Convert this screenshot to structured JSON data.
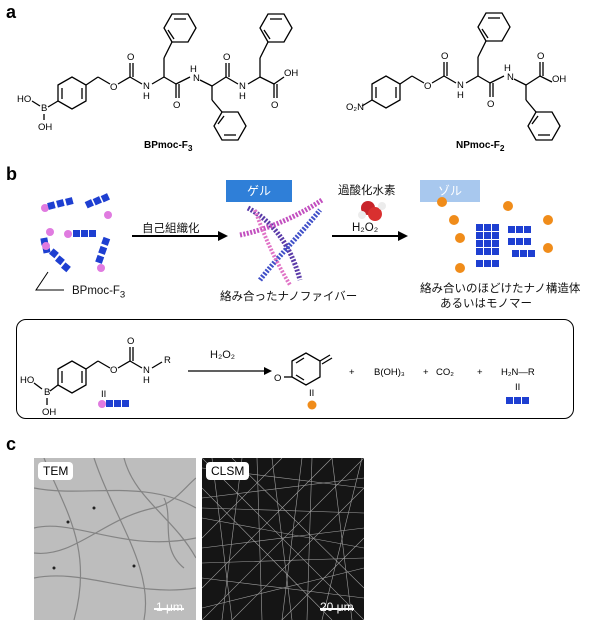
{
  "panel_a": {
    "label": "a",
    "compound1": {
      "name": "BPmoc-F",
      "sub": "3"
    },
    "compound2": {
      "name": "NPmoc-F",
      "sub": "2"
    },
    "atoms": {
      "HO": "HO",
      "B": "B",
      "OH": "OH",
      "O": "O",
      "N": "N",
      "H": "H",
      "O2N": "O₂N"
    }
  },
  "panel_b": {
    "label": "b",
    "gel_tag": "ゲル",
    "sol_tag": "ゾル",
    "arrow1_label": "自己組織化",
    "arrow2_label_top": "過酸化水素",
    "arrow2_label_bottom": "H₂O₂",
    "peptide_label": "BPmoc-F",
    "peptide_sub": "3",
    "fiber_caption": "絡み合ったナノファイバー",
    "sol_caption_line1": "絡み合いのほどけたナノ構造体",
    "sol_caption_line2": "あるいはモノマー",
    "reaction": {
      "reagent": "H₂O₂",
      "plus": "+",
      "boric_acid": "B(OH)₃",
      "co2": "CO₂",
      "amine": "H₂N—R",
      "equals": "II"
    }
  },
  "panel_c": {
    "label": "c",
    "left_image_label": "TEM",
    "left_scale": "1 μm",
    "right_image_label": "CLSM",
    "right_scale": "20 μm"
  },
  "colors": {
    "blue_block": "#1e3fd1",
    "pink_ball": "#e07be0",
    "orange_ball": "#f08c1a",
    "gel_tag": "#2f7fd8",
    "sol_tag": "#a8c8ee"
  }
}
